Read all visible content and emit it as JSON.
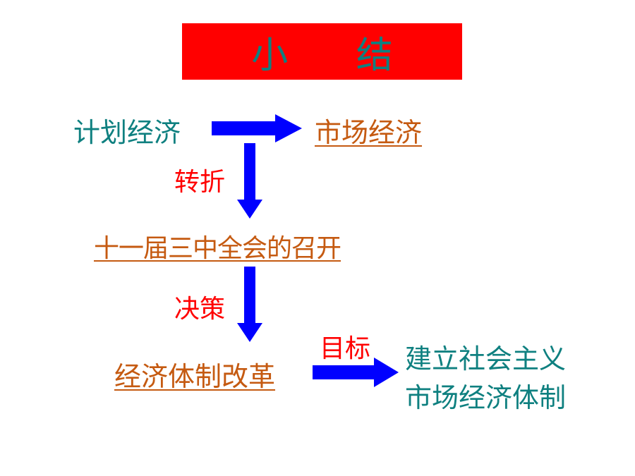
{
  "title": "小 结",
  "nodes": {
    "planned_economy": "计划经济",
    "market_economy": "市场经济",
    "plenum": "十一届三中全会的召开",
    "reform": "经济体制改革",
    "goal_line1": "建立社会主义",
    "goal_line2": "市场经济体制"
  },
  "edges": {
    "turning": "转折",
    "decision": "决策",
    "target": "目标"
  },
  "colors": {
    "title_bg": "#ff0000",
    "title_text": "#0f8080",
    "teal_text": "#0f8080",
    "red_text": "#ff0000",
    "underlined_text": "#c55a11",
    "arrow": "#0000ff"
  }
}
